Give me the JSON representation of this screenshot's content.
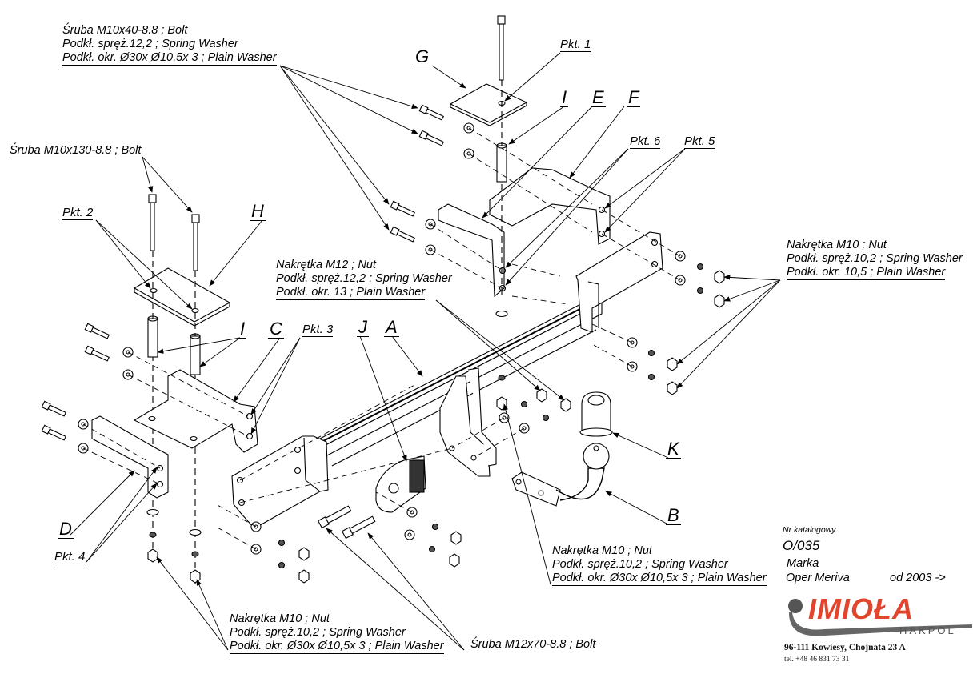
{
  "notes": {
    "top_bolt": {
      "lines": [
        "Śruba M10x40-8.8 ;  Bolt",
        "Podkł. spręż.12,2 ; Spring Washer",
        "Podkł. okr.  Ø30x Ø10,5x 3 ; Plain Washer"
      ]
    },
    "long_bolt": {
      "lines": [
        "Śruba M10x130-8.8 ;  Bolt"
      ]
    },
    "center_nut": {
      "lines": [
        "Nakrętka  M12 ; Nut",
        "Podkł. spręż.12,2 ; Spring Washer",
        "Podkł. okr. 13 ; Plain Washer"
      ]
    },
    "right_nut": {
      "lines": [
        "Nakrętka  M10 ; Nut",
        "Podkł. spręż.10,2 ; Spring Washer",
        "Podkł. okr. 10,5 ; Plain Washer"
      ]
    },
    "lower_right_nut": {
      "lines": [
        "Nakrętka  M10 ; Nut",
        "Podkł. spręż.10,2 ; Spring Washer",
        "Podkł. okr.  Ø30x Ø10,5x 3 ; Plain Washer"
      ]
    },
    "bottom_nut": {
      "lines": [
        "Nakrętka  M10 ; Nut",
        "Podkł. spręż.10,2 ; Spring Washer",
        "Podkł. okr.  Ø30x Ø10,5x 3 ; Plain Washer"
      ]
    },
    "bottom_bolt": {
      "lines": [
        "Śruba M12x70-8.8 ;  Bolt"
      ]
    }
  },
  "part_labels": {
    "A": "A",
    "B": "B",
    "C": "C",
    "D": "D",
    "E": "E",
    "F": "F",
    "G": "G",
    "H": "H",
    "I_top": "I",
    "I_left": "I",
    "J": "J",
    "K": "K"
  },
  "points": {
    "pkt1": "Pkt. 1",
    "pkt2": "Pkt. 2",
    "pkt3": "Pkt. 3",
    "pkt4": "Pkt. 4",
    "pkt5": "Pkt. 5",
    "pkt6": "Pkt. 6"
  },
  "catalog": {
    "catalog_label": "Nr katalogowy",
    "catalog_number": "O/035",
    "make_label": "Marka",
    "model": "Oper Meriva",
    "year_range": "od  2003 ->"
  },
  "company": {
    "brand": "IMIOŁA",
    "sub_brand": "HAKPOL",
    "address": "96-111 Kowiesy, Chojnata 23 A",
    "phone": "tel. +48 46 831 73 31",
    "colors": {
      "brand_red": "#e2452b",
      "brand_gray": "#5a5a5a"
    }
  }
}
